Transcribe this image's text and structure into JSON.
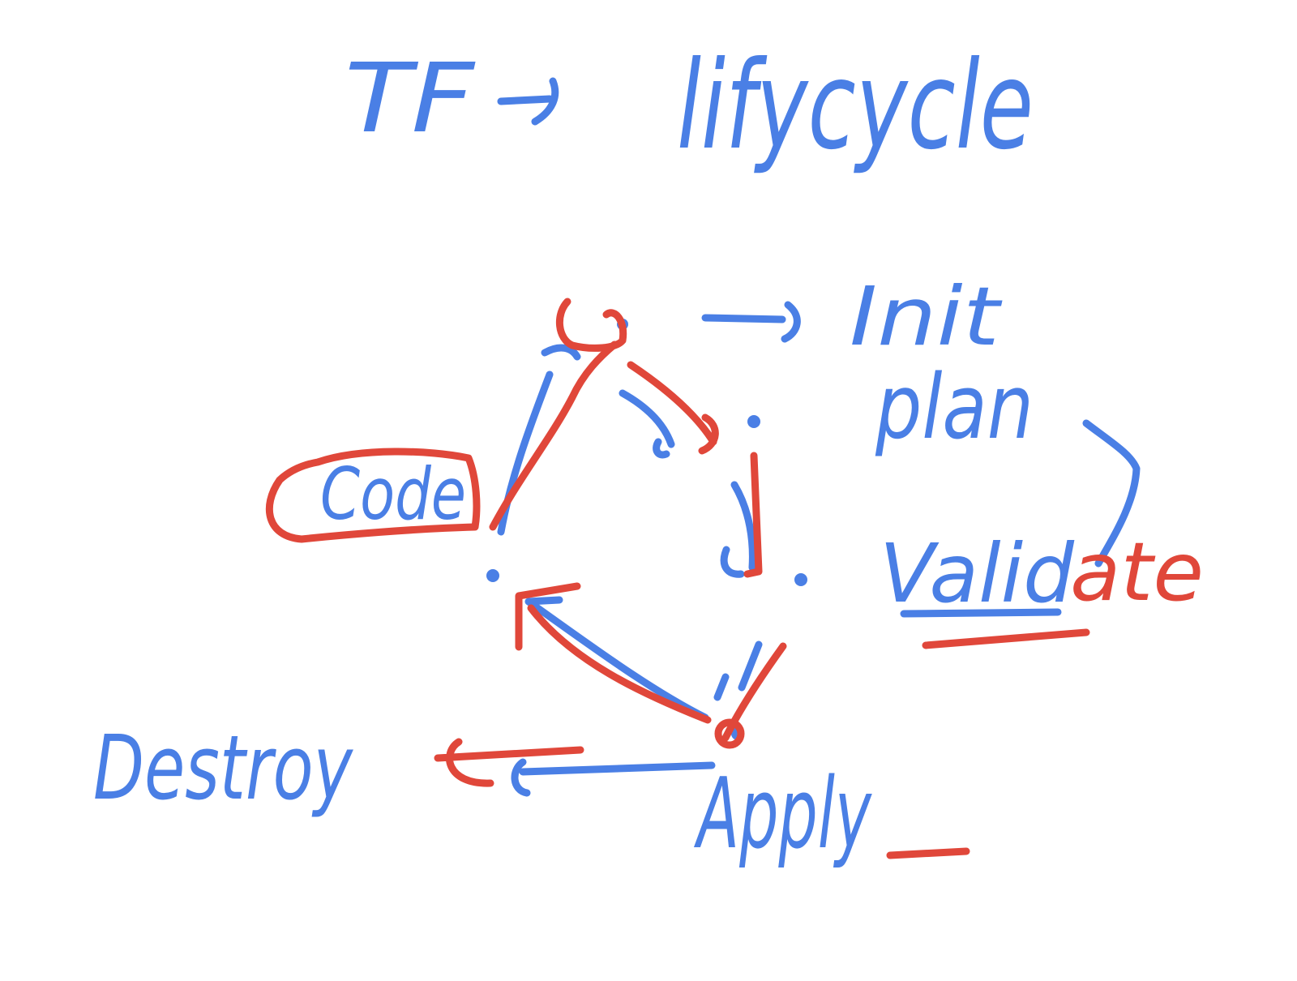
{
  "title": {
    "prefix": "TF",
    "word": "lifycycle"
  },
  "stages": {
    "init": "Init",
    "plan": "plan",
    "validate_prefix": "Valid",
    "validate_suffix": "ate",
    "apply": "Apply",
    "destroy": "Destroy",
    "code": "Code"
  },
  "colors": {
    "blue_ink": "#4a7fe5",
    "red_ink": "#e0473a"
  }
}
